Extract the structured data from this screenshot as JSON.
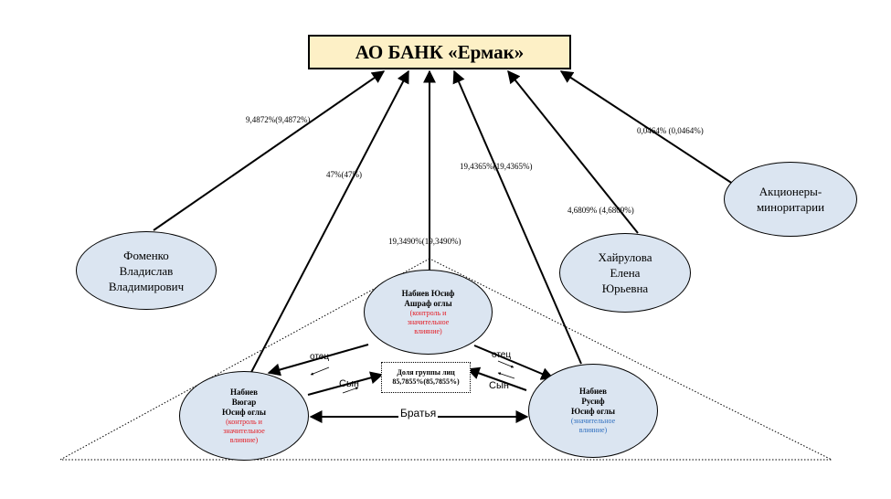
{
  "bank": {
    "title": "АО БАНК «Ермак»"
  },
  "nodes": {
    "fomenko": {
      "lines": [
        "Фоменко",
        "Владислав",
        "Владимирович"
      ]
    },
    "khairulova": {
      "lines": [
        "Хайрулова",
        "Елена",
        "Юрьевна"
      ]
    },
    "minority": {
      "lines": [
        "Акционеры-",
        "миноритарии"
      ]
    },
    "ashraf": {
      "name": [
        "Набиев Юсиф",
        "Ашраф оглы"
      ],
      "note": [
        "(контроль и",
        "значительное",
        "влияние)"
      ]
    },
    "vugar": {
      "name": [
        "Набиев",
        "Вюгар",
        "Юсиф оглы"
      ],
      "note": [
        "(контроль и",
        "значительное",
        "влияние)"
      ]
    },
    "rusif": {
      "name": [
        "Набиев",
        "Русиф",
        "Юсиф оглы"
      ],
      "note": [
        "(значительное",
        "влияние)"
      ]
    }
  },
  "shares": {
    "fomenko": "9,4872%(9,4872%)",
    "vugar": "47%(47%)",
    "ashraf": "19,3490%(19,3490%)",
    "rusif": "19,4365%(19,4365%)",
    "khairulova": "4,6809% (4,6809%)",
    "minority": "0,0464% (0,0464%)"
  },
  "relations": {
    "father_left": "отец",
    "son_left": "Сын",
    "father_right": "отец",
    "son_right": "Сын",
    "brothers": "Братья"
  },
  "group": {
    "lines": [
      "Доля группы лиц",
      "85,7855%(85,7855%)"
    ]
  },
  "colors": {
    "bank_fill": "#fdf0c6",
    "node_fill": "#dbe5f1",
    "control_note": "#e41b23",
    "influence_note": "#2f6fbf"
  }
}
